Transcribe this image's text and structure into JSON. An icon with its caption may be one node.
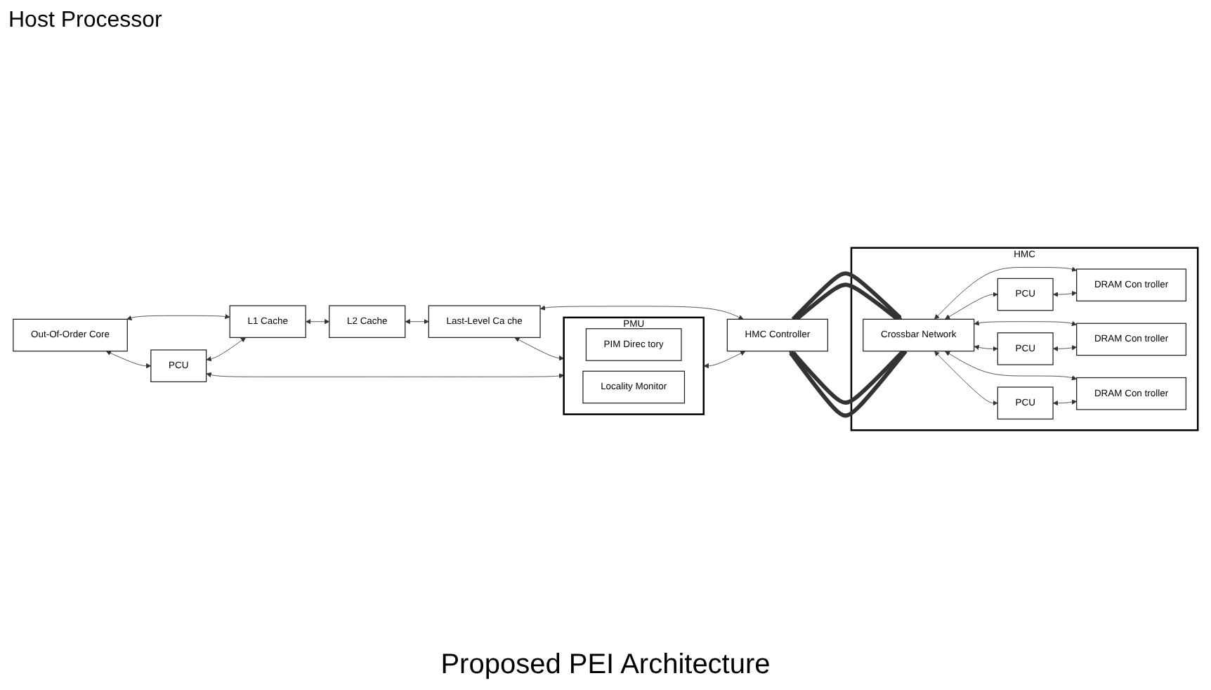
{
  "diagram": {
    "caption": "Proposed PEI Architecture",
    "nodes": [
      {
        "text": [
          "Out-Of-Order Core"
        ]
      },
      {
        "text": [
          "PCU"
        ]
      },
      {
        "text": [
          "L1 Cache"
        ]
      },
      {
        "text": [
          "L2 Cache"
        ]
      },
      {
        "text": [
          "Last-Level Ca che"
        ]
      },
      {
        "text": [
          "PMU"
        ]
      },
      {
        "text": [
          "PIM Direc tory"
        ],
        "in": 5
      },
      {
        "text": [
          "Locality Monitor"
        ],
        "in": 5
      },
      {
        "text": [
          "HMC Controller"
        ]
      },
      {
        "text": [
          "HMC"
        ]
      },
      {
        "text": [
          "Crossbar Network"
        ],
        "in": 9
      },
      {
        "text": [
          "PCU"
        ],
        "in": 9
      },
      {
        "text": [
          "DRAM Con troller"
        ],
        "in": 9
      },
      {
        "text": [
          "PCU"
        ],
        "in": 9
      },
      {
        "text": [
          "DRAM Con troller"
        ],
        "in": 9
      },
      {
        "text": [
          "PCU"
        ],
        "in": 9
      },
      {
        "text": [
          "DRAM Con troller"
        ],
        "in": 9
      }
    ],
    "edges": [
      {
        "from": 0,
        "to": 2,
        "arrow": "both"
      },
      {
        "from": 0,
        "to": 1,
        "arrow": "both"
      },
      {
        "from": 1,
        "to": 2,
        "arrow": "both"
      },
      {
        "from": 2,
        "to": 3,
        "arrow": "both"
      },
      {
        "from": 3,
        "to": 4,
        "arrow": "both"
      },
      {
        "from": 4,
        "to": 8,
        "arrow": "both"
      },
      {
        "from": 4,
        "to": 5,
        "arrow": "both"
      },
      {
        "from": 1,
        "to": 5,
        "arrow": "both"
      },
      {
        "from": 5,
        "to": 8,
        "arrow": "both"
      },
      {
        "from": 8,
        "to": 10,
        "arrow": "to",
        "style": "thick"
      },
      {
        "from": 8,
        "to": 10,
        "arrow": "to",
        "style": "thick"
      },
      {
        "from": 10,
        "to": 8,
        "arrow": "to",
        "style": "thick"
      },
      {
        "from": 10,
        "to": 8,
        "arrow": "to",
        "style": "thick"
      },
      {
        "from": 10,
        "to": 12,
        "arrow": "both"
      },
      {
        "from": 10,
        "to": 11,
        "arrow": "both"
      },
      {
        "from": 11,
        "to": 12,
        "arrow": "both"
      },
      {
        "from": 10,
        "to": 14,
        "arrow": "both"
      },
      {
        "from": 10,
        "to": 13,
        "arrow": "both"
      },
      {
        "from": 13,
        "to": 14,
        "arrow": "both"
      },
      {
        "from": 10,
        "to": 16,
        "arrow": "both"
      },
      {
        "from": 10,
        "to": 15,
        "arrow": "both"
      },
      {
        "from": 15,
        "to": 16,
        "arrow": "both"
      }
    ],
    "labels": [
      "Host Processor"
    ]
  }
}
